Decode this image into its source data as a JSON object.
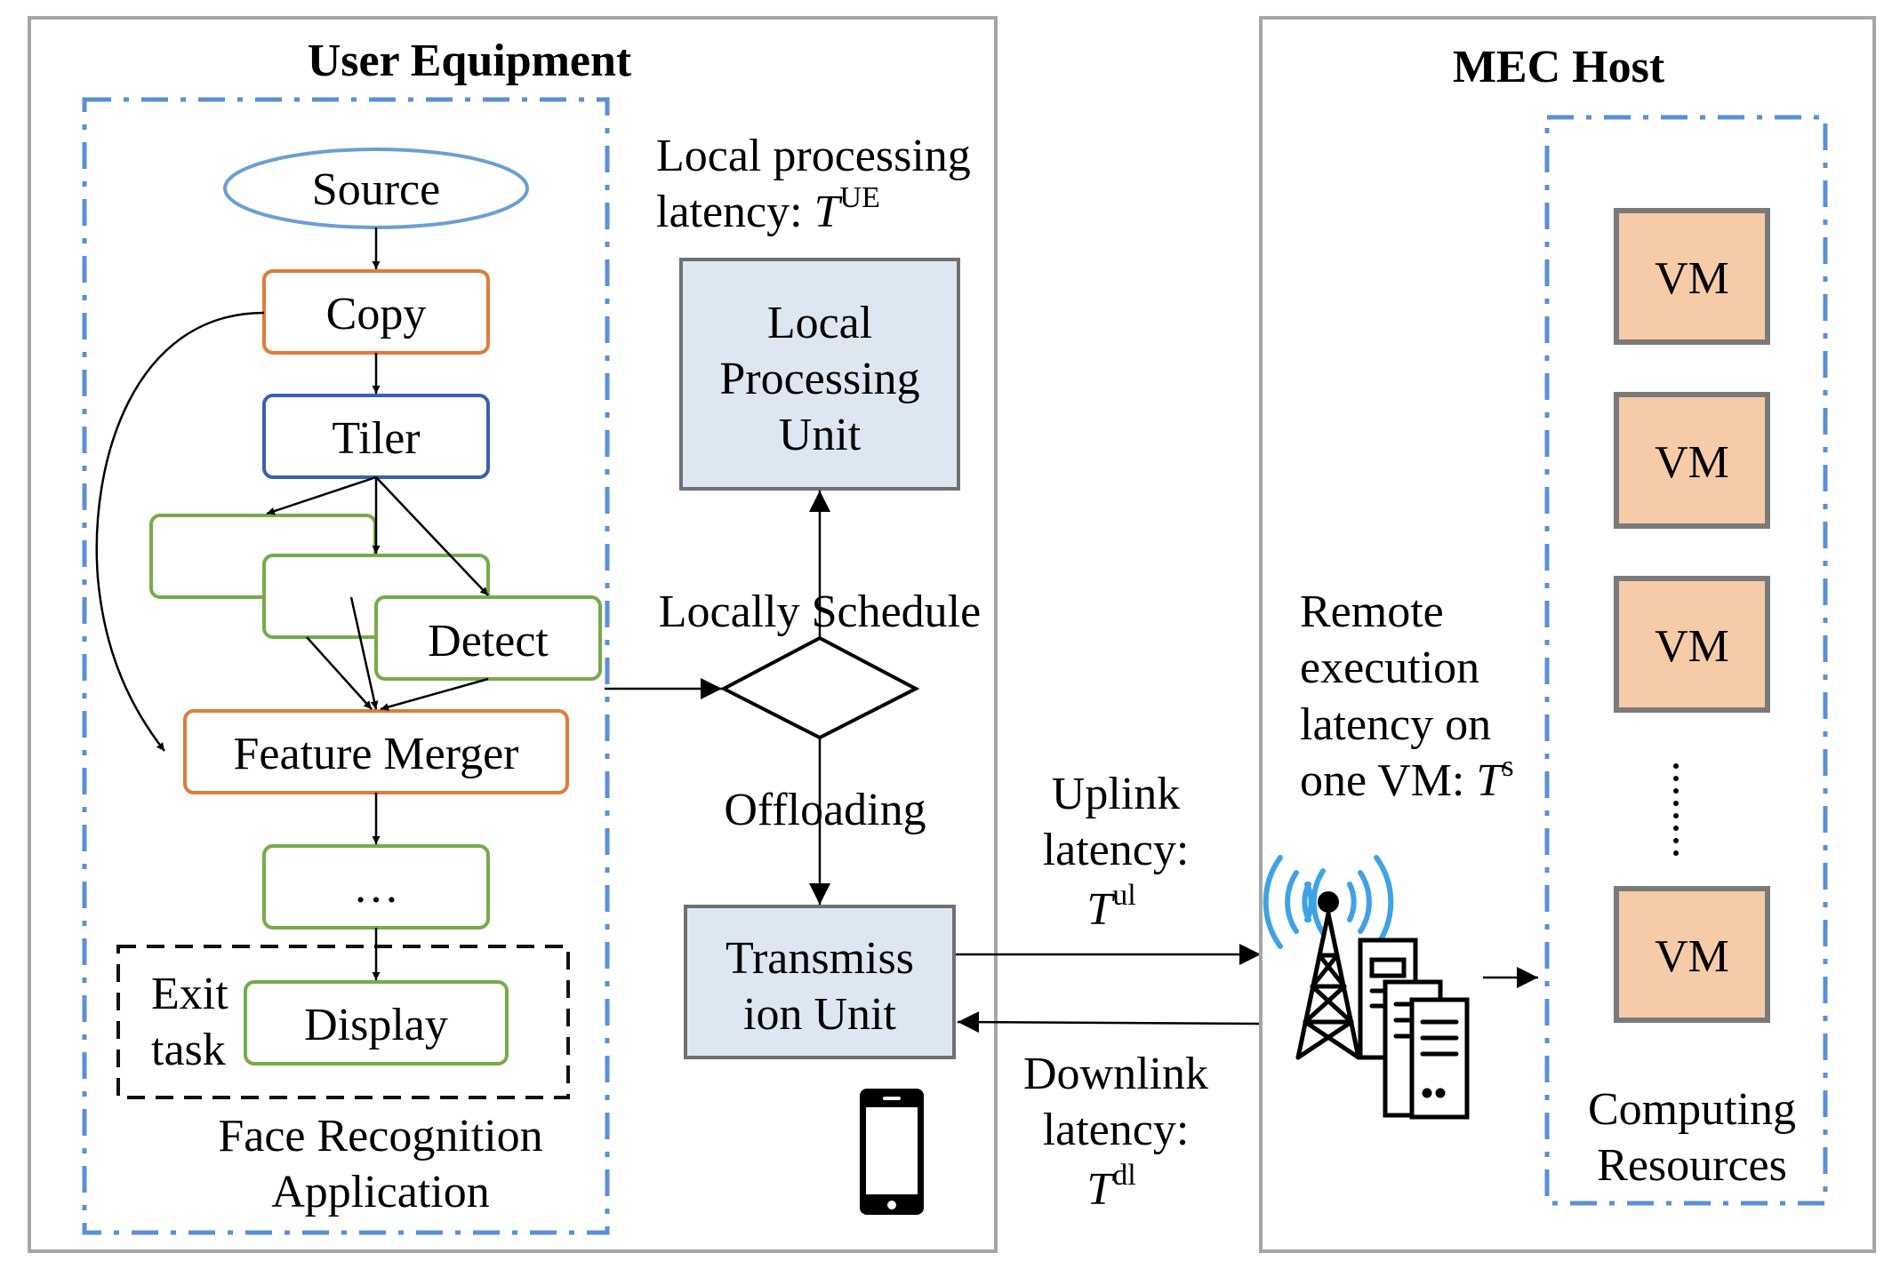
{
  "ue": {
    "title": "User Equipment",
    "app_label_line1": "Face Recognition",
    "app_label_line2": "Application",
    "nodes": {
      "source": "Source",
      "copy": "Copy",
      "tiler": "Tiler",
      "detect": "Detect",
      "feature_merger": "Feature Merger",
      "ellipsis": "…",
      "display": "Display",
      "exit_line1": "Exit",
      "exit_line2": "task"
    },
    "local_latency_line1": "Local processing",
    "local_latency_line2": "latency: ",
    "local_latency_var": "T",
    "local_latency_sup": "UE",
    "lpu_line1": "Local",
    "lpu_line2": "Processing",
    "lpu_line3": "Unit",
    "locally_schedule": "Locally Schedule",
    "offloading": "Offloading",
    "tu_line1": "Transmiss",
    "tu_line2": "ion Unit"
  },
  "links": {
    "uplink_line1": "Uplink",
    "uplink_line2": "latency:",
    "uplink_var": "T",
    "uplink_sup": "ul",
    "downlink_line1": "Downlink",
    "downlink_line2": "latency:",
    "downlink_var": "T",
    "downlink_sup": "dl"
  },
  "mec": {
    "title": "MEC Host",
    "remote_line1": "Remote",
    "remote_line2": "execution",
    "remote_line3": "latency on",
    "remote_line4": "one VM: ",
    "remote_var": "T",
    "remote_sup": "s",
    "vms": [
      "VM",
      "VM",
      "VM",
      "VM"
    ],
    "computing_line1": "Computing",
    "computing_line2": "Resources"
  },
  "colors": {
    "frame": "#a6a6a6",
    "dashdot": "#5b8fd6",
    "source_stroke": "#6a9fd4",
    "orange": "#e07b39",
    "blue": "#3a5fb8",
    "green": "#77aa4a",
    "unit_fill": "#dde7f1",
    "unit_stroke": "#707070",
    "vm_fill": "#f6cba8",
    "vm_stroke": "#7a7a7a"
  }
}
